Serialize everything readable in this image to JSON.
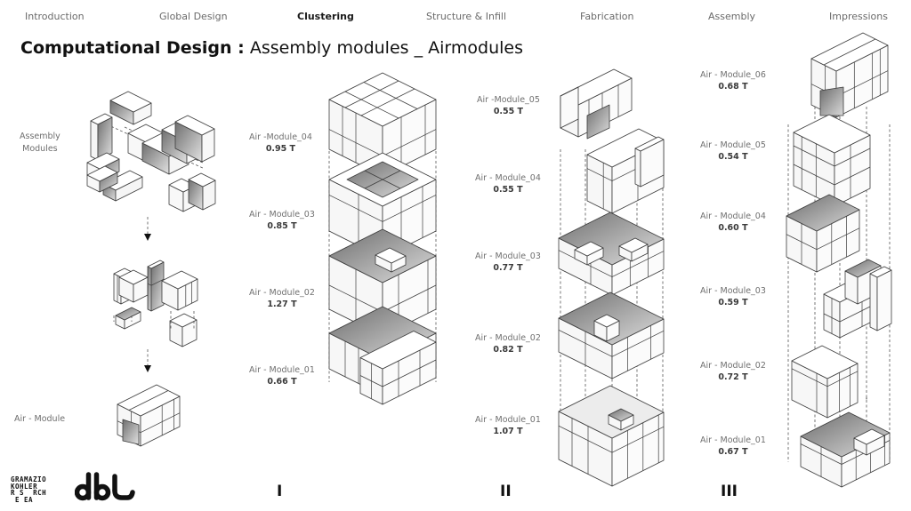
{
  "nav": {
    "items": [
      {
        "label": "Introduction",
        "active": false
      },
      {
        "label": "Global Design",
        "active": false
      },
      {
        "label": "Clustering",
        "active": true
      },
      {
        "label": "Structure & Infill",
        "active": false
      },
      {
        "label": "Fabrication",
        "active": false
      },
      {
        "label": "Assembly",
        "active": false
      },
      {
        "label": "Impressions",
        "active": false
      }
    ]
  },
  "title": {
    "bold": "Computational Design :",
    "regular": "Assembly modules _ Airmodules"
  },
  "process": {
    "step1_label": "Assembly\nModules",
    "step1_line1": "Assembly",
    "step1_line2": "Modules",
    "step3_label": "Air - Module"
  },
  "columns": [
    {
      "numeral": "I",
      "modules": [
        {
          "name": "Air -Module_04",
          "weight": "0.95 T"
        },
        {
          "name": "Air - Module_03",
          "weight": "0.85 T"
        },
        {
          "name": "Air - Module_02",
          "weight": "1.27 T"
        },
        {
          "name": "Air - Module_01",
          "weight": "0.66 T"
        }
      ]
    },
    {
      "numeral": "II",
      "modules": [
        {
          "name": "Air -Module_05",
          "weight": "0.55 T"
        },
        {
          "name": "Air - Module_04",
          "weight": "0.55 T"
        },
        {
          "name": "Air - Module_03",
          "weight": "0.77 T"
        },
        {
          "name": "Air - Module_02",
          "weight": "0.82 T"
        },
        {
          "name": "Air - Module_01",
          "weight": "1.07 T"
        }
      ]
    },
    {
      "numeral": "III",
      "modules": [
        {
          "name": "Air - Module_06",
          "weight": "0.68 T"
        },
        {
          "name": "Air - Module_05",
          "weight": "0.54 T"
        },
        {
          "name": "Air - Module_04",
          "weight": "0.60 T"
        },
        {
          "name": "Air - Module_03",
          "weight": "0.59 T"
        },
        {
          "name": "Air - Module_02",
          "weight": "0.72 T"
        },
        {
          "name": "Air - Module_01",
          "weight": "0.67 T"
        }
      ]
    }
  ],
  "logos": {
    "gramazio_lines": [
      "GRAMAZIO",
      "KOHLER",
      "R S RCH",
      " E EA"
    ],
    "gramazio": "GRAMAZIO\nKOHLER\nR S  RCH\n E EA",
    "dbt": "dbt"
  },
  "colors": {
    "nav_text": "#6a6a6a",
    "nav_active": "#1a1a1a",
    "label_text": "#707070",
    "weight_text": "#3a3a3a",
    "block_face_light": "#f7f7f7",
    "block_face_mid": "#e4e4e4",
    "block_face_dark": "#9a9a9a",
    "block_stroke": "#3c3c3c"
  }
}
